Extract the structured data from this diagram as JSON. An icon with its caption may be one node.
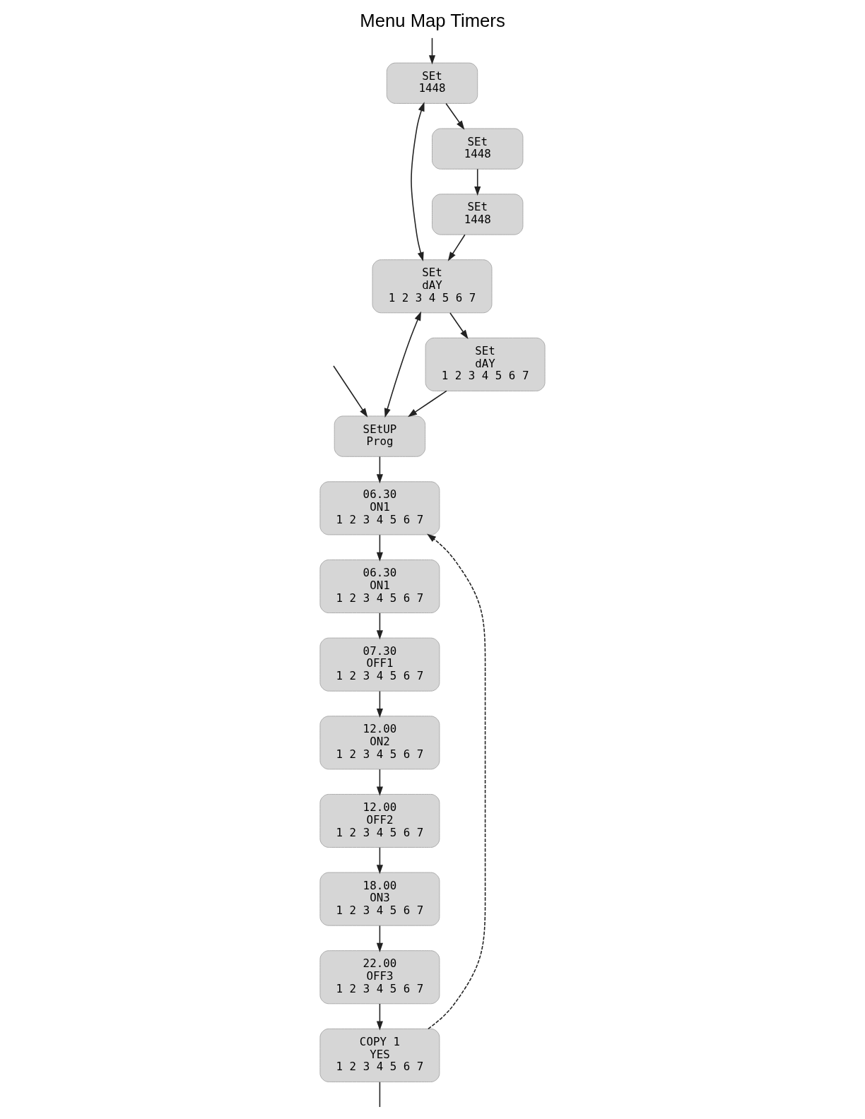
{
  "diagram": {
    "title": "Menu Map Timers",
    "nodes": [
      {
        "text": [
          "SEt",
          "1448"
        ]
      },
      {
        "text": [
          "SEt",
          "dAY",
          "1 2 3 4 5 6 7"
        ]
      },
      {
        "text": [
          "SEtUP",
          "Prog"
        ]
      },
      {
        "text": [
          "SEt",
          "1448"
        ]
      },
      {
        "text": [
          "SEt",
          "1448"
        ]
      },
      {
        "text": [
          "SEt",
          "dAY",
          "1 2 3 4 5 6 7"
        ]
      },
      {
        "text": [
          "06.30",
          "ON1",
          "1 2 3 4 5 6 7"
        ]
      },
      {
        "text": [
          "06.30",
          "ON1",
          "1 2 3 4 5 6 7"
        ]
      },
      {
        "text": [
          "07.30",
          "OFF1",
          "1 2 3 4 5 6 7"
        ]
      },
      {
        "text": [
          "12.00",
          "ON2",
          "1 2 3 4 5 6 7"
        ]
      },
      {
        "text": [
          "12.00",
          "OFF2",
          "1 2 3 4 5 6 7"
        ]
      },
      {
        "text": [
          "18.00",
          "ON3",
          "1 2 3 4 5 6 7"
        ]
      },
      {
        "text": [
          "22.00",
          "OFF3",
          "1 2 3 4 5 6 7"
        ]
      },
      {
        "text": [
          "COPY 1",
          "YES",
          "1 2 3 4 5 6 7"
        ]
      }
    ],
    "edges": [
      {
        "from": null,
        "to": 0,
        "arrow": "to"
      },
      {
        "from": 0,
        "to": 1,
        "arrow": "both"
      },
      {
        "from": 1,
        "to": 2,
        "arrow": "both"
      },
      {
        "from": null,
        "to": 2,
        "arrow": "to"
      },
      {
        "from": 0,
        "to": 3,
        "arrow": "to"
      },
      {
        "from": 3,
        "to": 4,
        "arrow": "to"
      },
      {
        "from": 4,
        "to": 1,
        "arrow": "to"
      },
      {
        "from": 1,
        "to": 5,
        "arrow": "to"
      },
      {
        "from": 5,
        "to": 2,
        "arrow": "to"
      },
      {
        "from": 2,
        "to": 6,
        "arrow": "to"
      },
      {
        "from": 6,
        "to": 7,
        "arrow": "to"
      },
      {
        "from": 7,
        "to": 8,
        "arrow": "to"
      },
      {
        "from": 8,
        "to": 9,
        "arrow": "to"
      },
      {
        "from": 9,
        "to": 10,
        "arrow": "to"
      },
      {
        "from": 10,
        "to": 11,
        "arrow": "to"
      },
      {
        "from": 11,
        "to": 12,
        "arrow": "to"
      },
      {
        "from": 12,
        "to": 13,
        "arrow": "to"
      },
      {
        "from": 13,
        "to": 6,
        "arrow": "to",
        "style": "dashed"
      },
      {
        "from": 13,
        "to": null,
        "arrow": "none"
      }
    ]
  }
}
